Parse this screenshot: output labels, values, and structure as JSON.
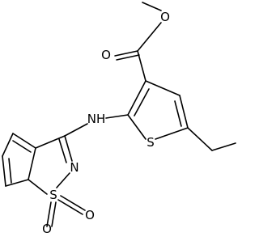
{
  "molecule": {
    "atoms": {
      "carbonyl_oxygen": "O",
      "ester_oxygen": "O",
      "amine": "NH",
      "thiophene_sulfur": "S",
      "isothiazole_nitrogen": "N",
      "sulfonyl_sulfur": "S",
      "sulfonyl_oxygen_left": "O",
      "sulfonyl_oxygen_right": "O"
    }
  }
}
